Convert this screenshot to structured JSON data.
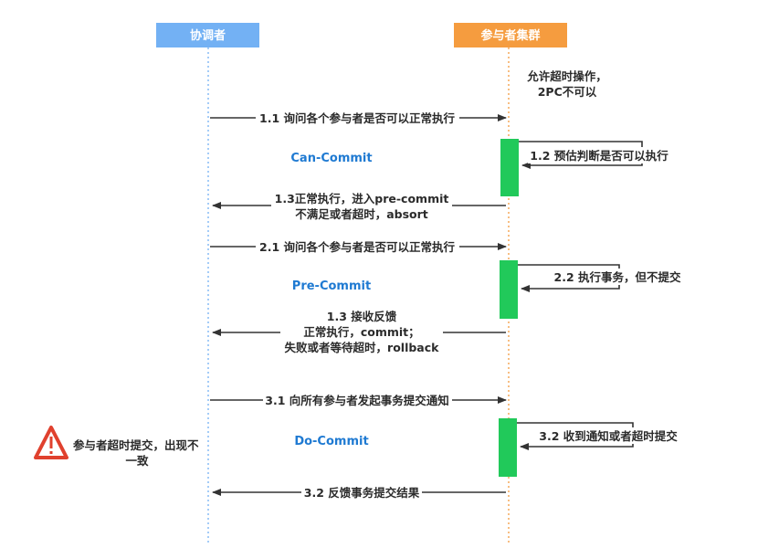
{
  "colors": {
    "coordinator": "#73b1f4",
    "participants": "#f59c3f",
    "activation": "#21c95a",
    "phase_label": "#1f7ad2",
    "warning": "#e0412e"
  },
  "headers": {
    "coordinator": "协调者",
    "participants": "参与者集群"
  },
  "note_top": {
    "line1": "允许超时操作，",
    "line2": "2PC不可以"
  },
  "phases": {
    "can_commit": "Can-Commit",
    "pre_commit": "Pre-Commit",
    "do_commit": "Do-Commit"
  },
  "messages": {
    "m1_1": "1.1 询问各个参与者是否可以正常执行",
    "m1_2": "1.2 预估判断是否可以执行",
    "m1_3": [
      "1.3正常执行，进入pre-commit",
      "不满足或者超时，absort"
    ],
    "m2_1": "2.1 询问各个参与者是否可以正常执行",
    "m2_2": "2.2 执行事务，但不提交",
    "m2_3": [
      "1.3 接收反馈",
      "正常执行，commit；",
      "失败或者等待超时，rollback"
    ],
    "m3_1": "3.1 向所有参与者发起事务提交通知",
    "m3_2": "3.2 收到通知或者超时提交",
    "m3_3": "3.2 反馈事务提交结果"
  },
  "warning_note": {
    "icon": "warning-icon",
    "line1": "参与者超时提交，出现不",
    "line2": "一致"
  }
}
